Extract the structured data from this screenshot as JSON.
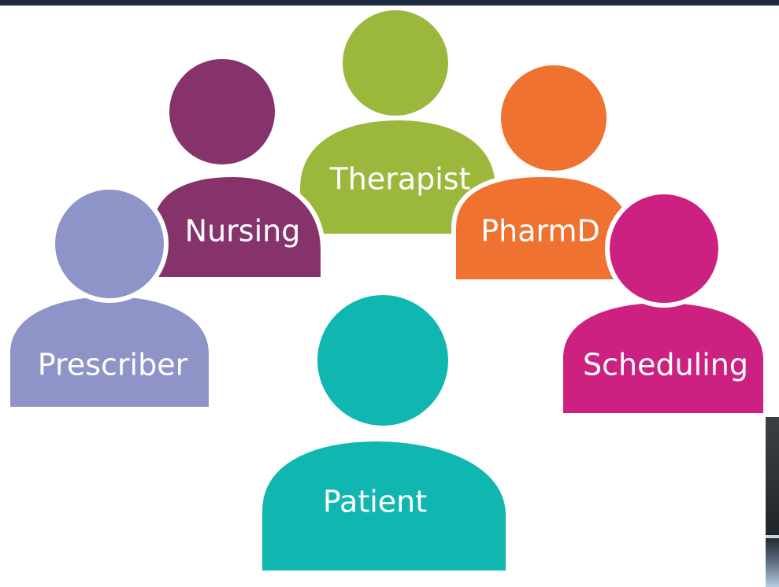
{
  "colors": {
    "top_rule": "#1b2a3f",
    "outline": "#ffffff"
  },
  "roles": {
    "therapist": {
      "label": "Therapist",
      "color": "#9bb83d"
    },
    "nursing": {
      "label": "Nursing",
      "color": "#86336b"
    },
    "pharmd": {
      "label": "PharmD",
      "color": "#f07231"
    },
    "prescriber": {
      "label": "Prescriber",
      "color": "#8e93c8"
    },
    "scheduling": {
      "label": "Scheduling",
      "color": "#cc2180"
    },
    "patient": {
      "label": "Patient",
      "color": "#10b6b0"
    }
  }
}
